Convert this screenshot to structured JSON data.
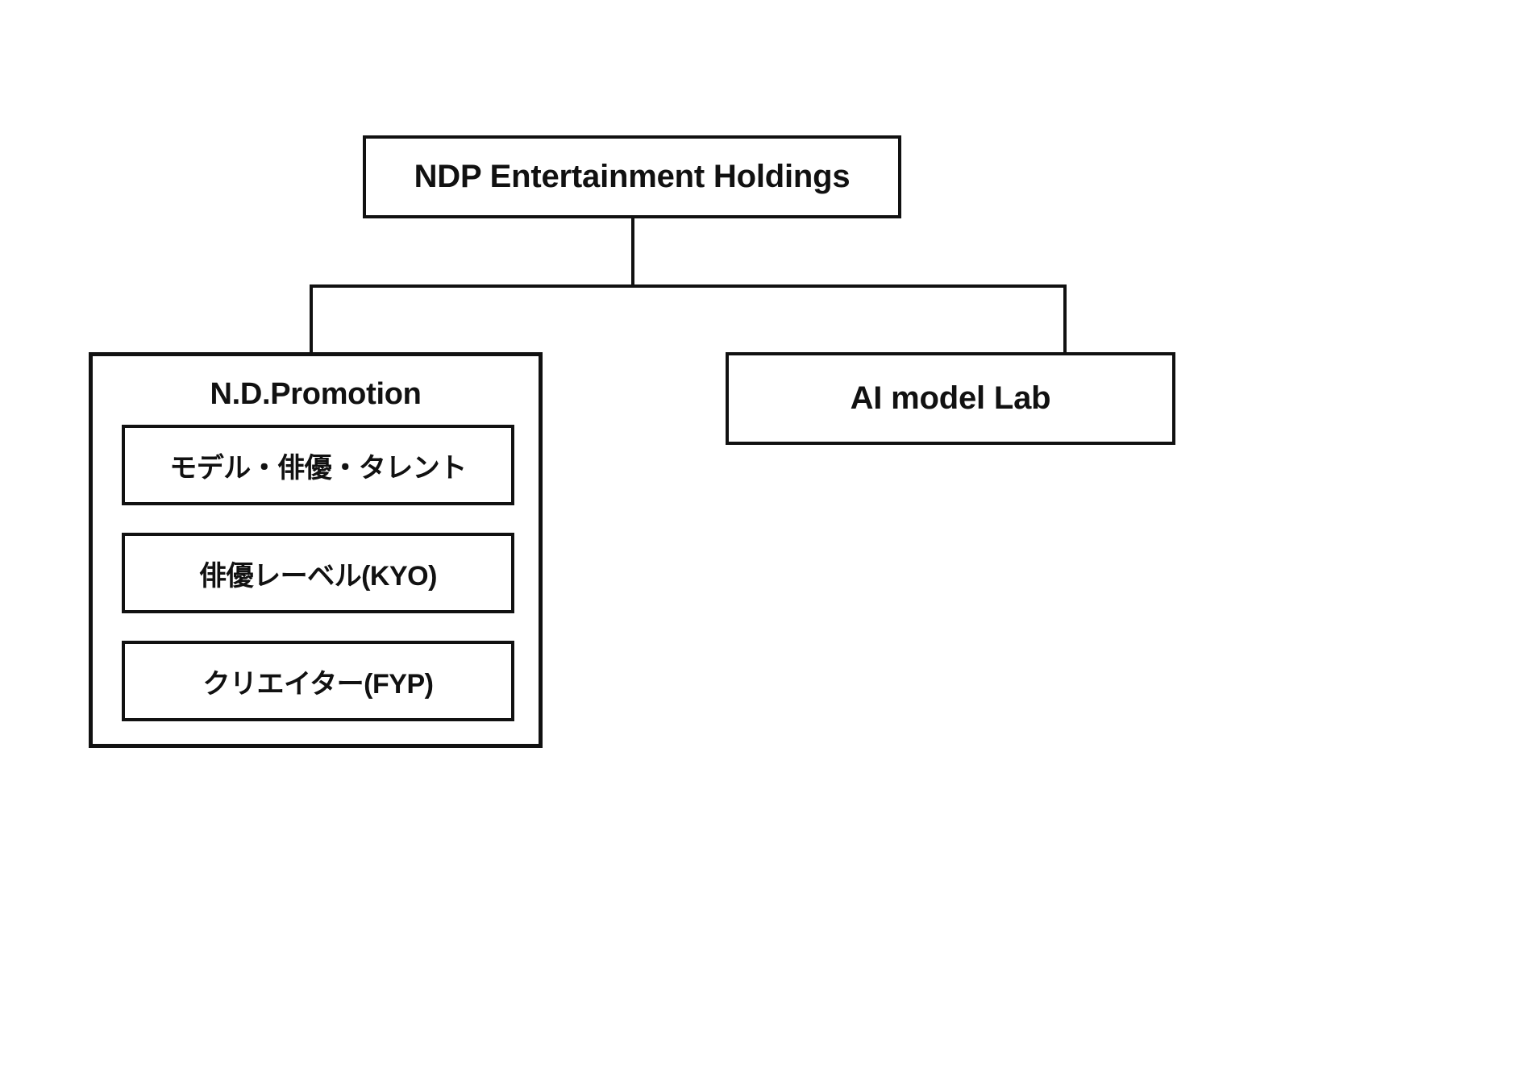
{
  "diagram": {
    "type": "organization-chart",
    "background_color": "#ffffff",
    "line_color": "#111111",
    "text_color": "#111111",
    "root": {
      "label": "NDP Entertainment Holdings"
    },
    "children": [
      {
        "label": "N.D.Promotion",
        "children": [
          {
            "label": "モデル・俳優・タレント"
          },
          {
            "label": "俳優レーベル(KYO)"
          },
          {
            "label": "クリエイター(FYP)"
          }
        ]
      },
      {
        "label": "AI model Lab",
        "children": []
      }
    ]
  }
}
